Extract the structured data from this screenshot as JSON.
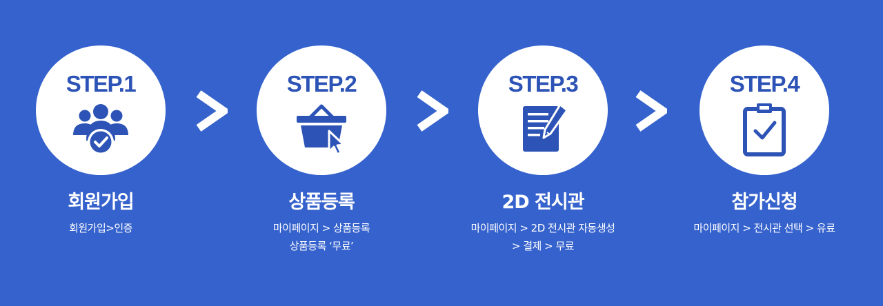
{
  "colors": {
    "background": "#3562cc",
    "circle": "#ffffff",
    "accent": "#2c53b5",
    "text": "#ffffff"
  },
  "steps": [
    {
      "label": "STEP.1",
      "icon": "user-group-check-icon",
      "title": "회원가입",
      "desc": [
        "회원가입>인증"
      ]
    },
    {
      "label": "STEP.2",
      "icon": "basket-cursor-icon",
      "title": "상품등록",
      "desc": [
        "마이페이지 > 상품등록",
        "상품등록 ‘무료’"
      ]
    },
    {
      "label": "STEP.3",
      "icon": "document-pencil-icon",
      "title": "2D 전시관",
      "desc": [
        "마이페이지 > 2D 전시관 자동생성",
        "> 결제 > 무료"
      ]
    },
    {
      "label": "STEP.4",
      "icon": "clipboard-check-icon",
      "title": "참가신청",
      "desc": [
        "마이페이지 > 전시관 선택 > 유료"
      ]
    }
  ],
  "arrows": [
    "chevron-right-icon",
    "chevron-right-icon",
    "chevron-right-icon"
  ]
}
